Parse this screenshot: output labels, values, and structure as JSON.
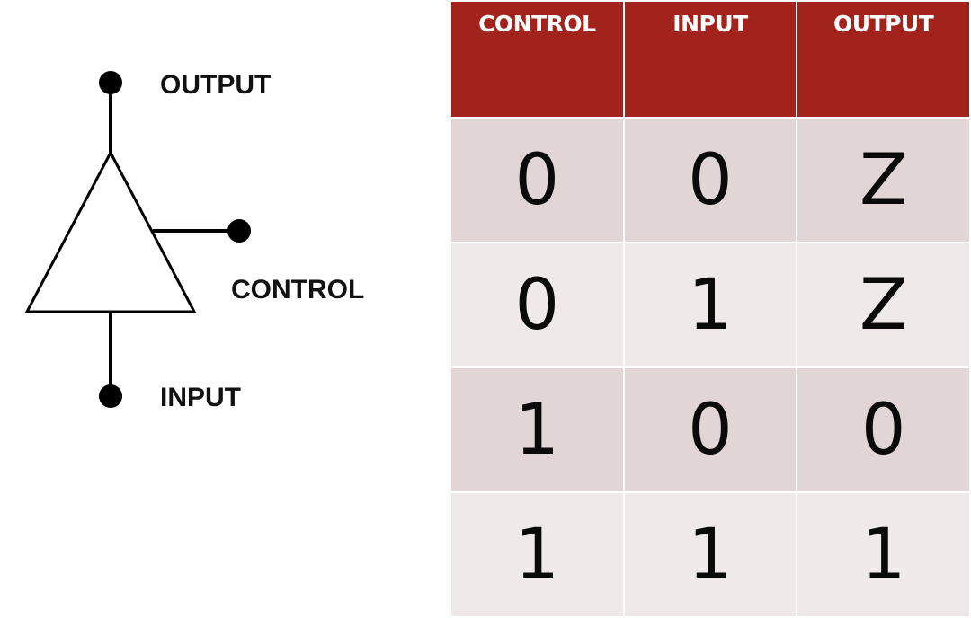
{
  "colors": {
    "header_bg": "#a2231b",
    "row_dark": "#e1d6d5",
    "row_light": "#efe9e9",
    "line": "#000000"
  },
  "diagram": {
    "labels": {
      "output": "OUTPUT",
      "control": "CONTROL",
      "input": "INPUT"
    }
  },
  "table": {
    "columns": [
      "CONTROL",
      "INPUT",
      "OUTPUT"
    ],
    "rows": [
      [
        "0",
        "0",
        "Z"
      ],
      [
        "0",
        "1",
        "Z"
      ],
      [
        "1",
        "0",
        "0"
      ],
      [
        "1",
        "1",
        "1"
      ]
    ]
  }
}
